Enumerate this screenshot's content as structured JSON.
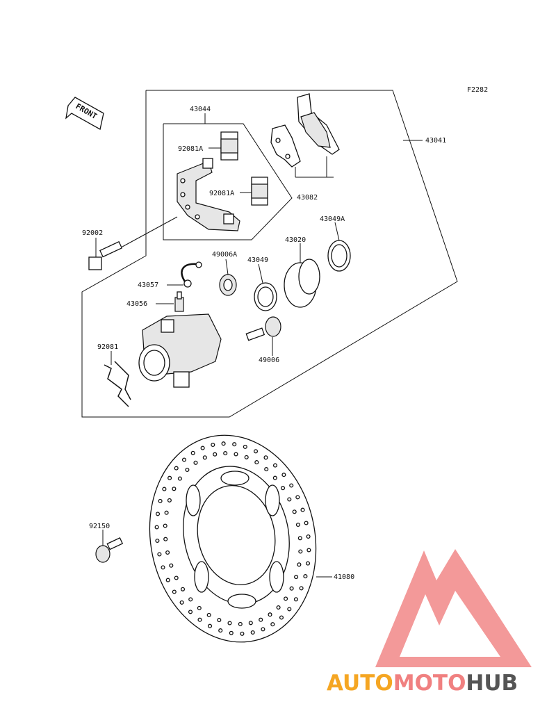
{
  "figure_code": "F2282",
  "front_label": "FRONT",
  "parts": {
    "p43041": "43041",
    "p43044": "43044",
    "p92081A_top": "92081A",
    "p92081A_bottom": "92081A",
    "p43082": "43082",
    "p92002": "92002",
    "p43049A": "43049A",
    "p43020": "43020",
    "p49006A": "49006A",
    "p43049": "43049",
    "p43057": "43057",
    "p43056": "43056",
    "p92081": "92081",
    "p49006": "49006",
    "p92150": "92150",
    "p41080": "41080"
  },
  "watermark": {
    "part1": "AUTO",
    "part2": "MOTO",
    "part3": "HUB",
    "colors": {
      "orange": "#f5a623",
      "pink": "#f08080",
      "gray": "#555555"
    }
  }
}
